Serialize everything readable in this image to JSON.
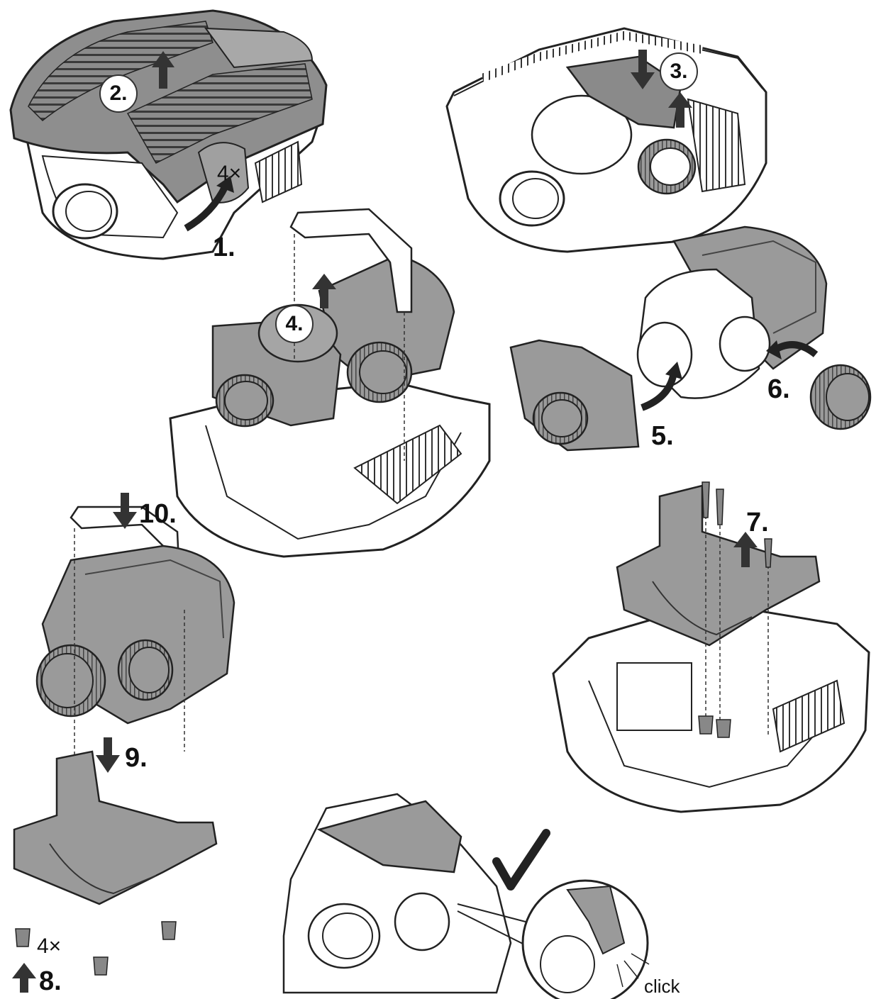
{
  "colors": {
    "line": "#222222",
    "part_gray": "#9a9a9a",
    "part_dark": "#6e6e6e",
    "paper": "#ffffff"
  },
  "labels": {
    "step1": "1.",
    "step2": "2.",
    "step3": "3.",
    "step4": "4.",
    "step5": "5.",
    "step6": "6.",
    "step7": "7.",
    "step8": "8.",
    "step9": "9.",
    "step10": "10.",
    "count_screws_top": "4×",
    "count_screws_bottom": "4×",
    "click": "click"
  },
  "icons": {
    "done": "check-mark-icon",
    "pull": "arrow-up-icon",
    "push": "arrow-down-icon"
  }
}
